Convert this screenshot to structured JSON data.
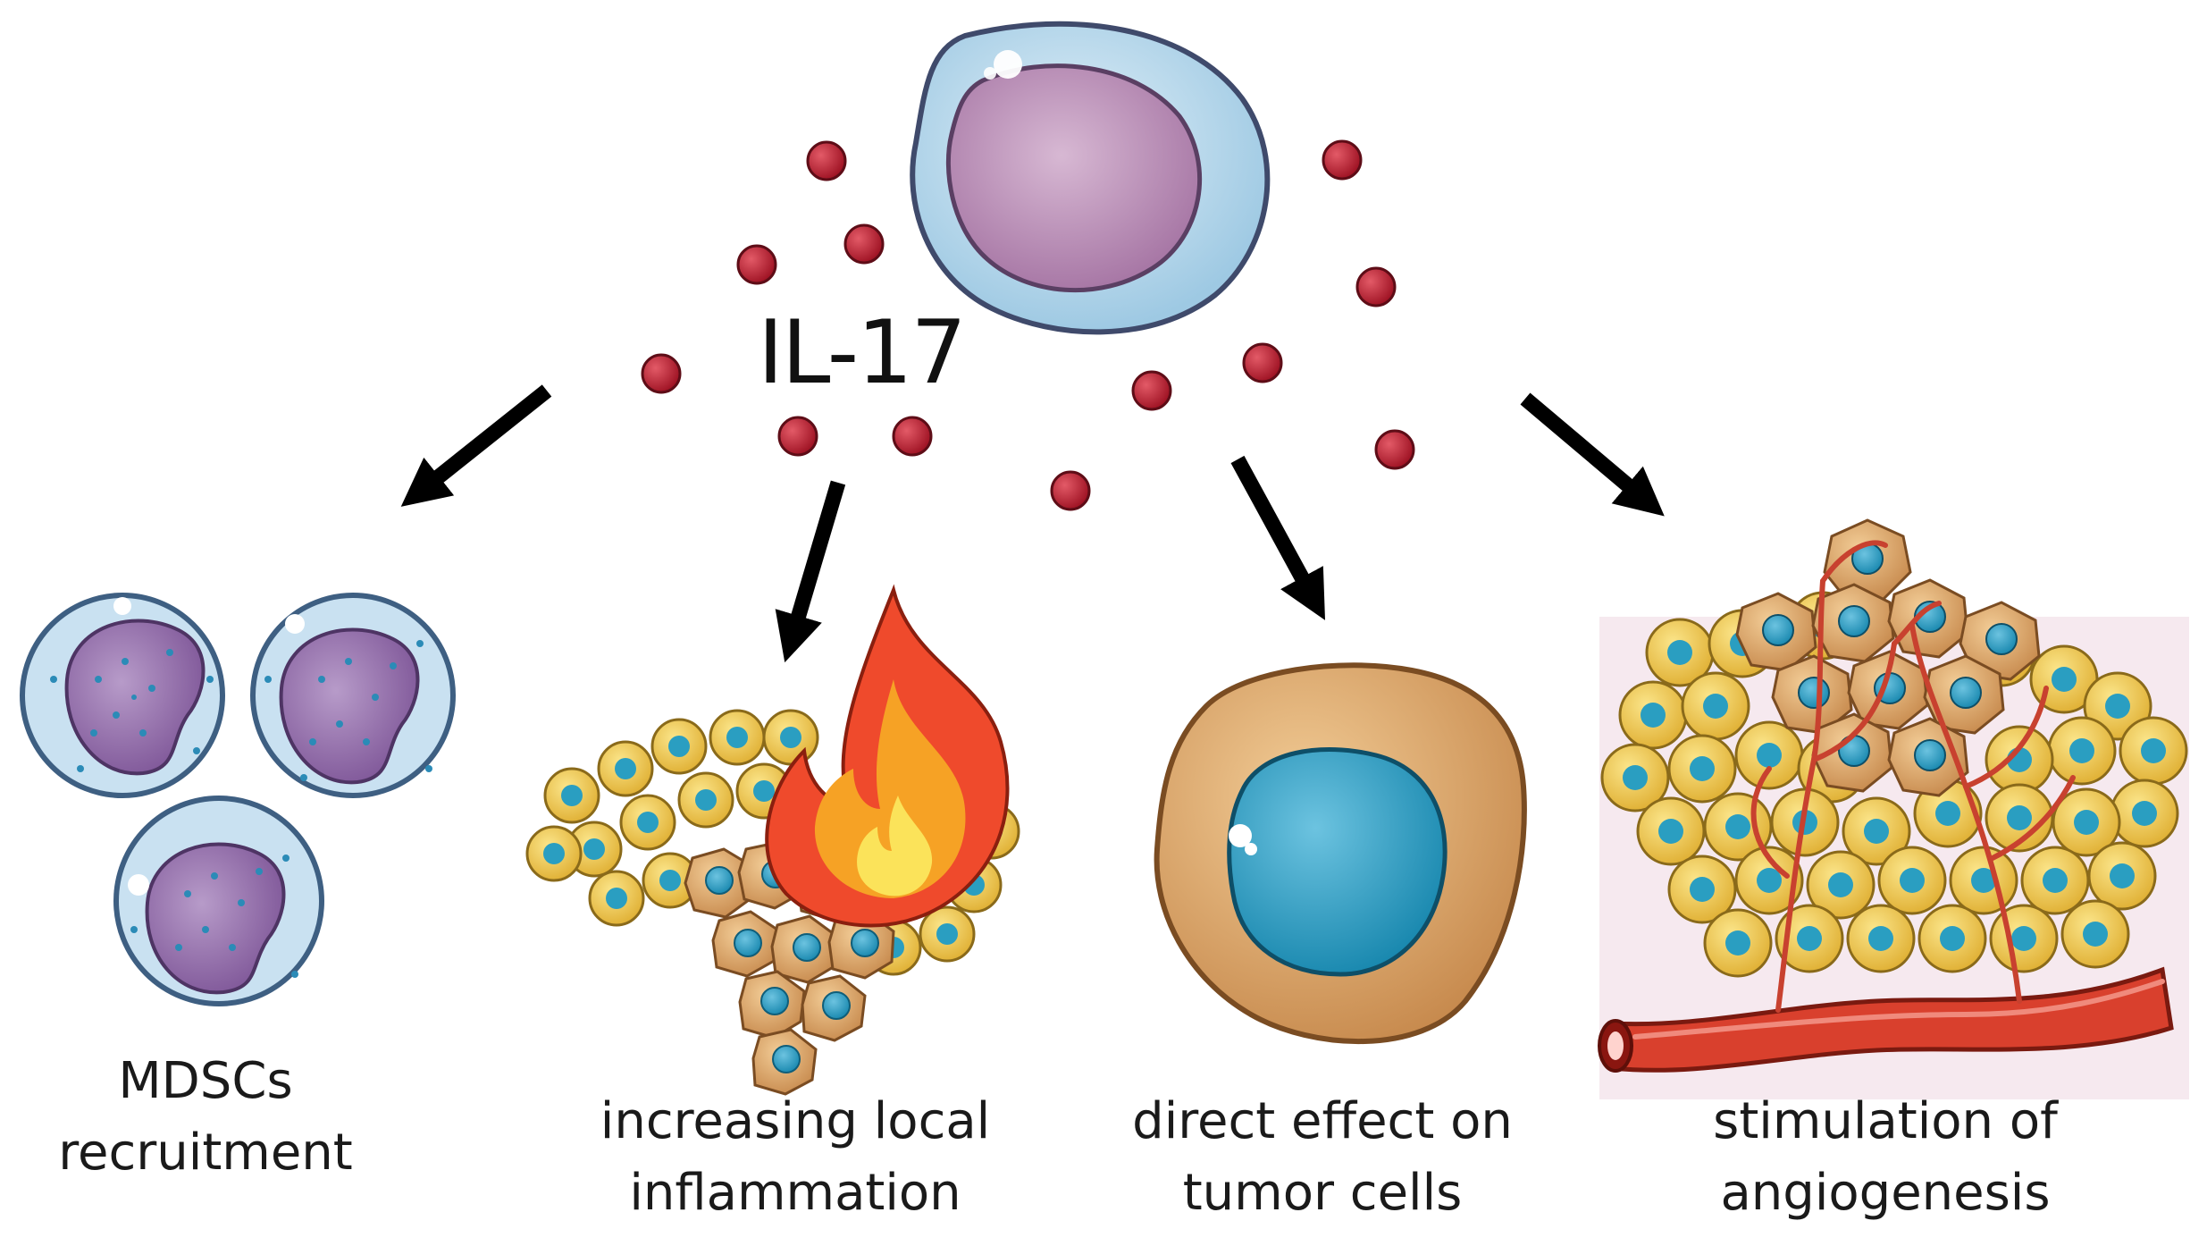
{
  "center": {
    "label": "IL-17"
  },
  "effects": [
    {
      "line1": "MDSCs",
      "line2": "recruitment"
    },
    {
      "line1": "increasing local",
      "line2": "inflammation"
    },
    {
      "line1": "direct effect on",
      "line2": "tumor cells"
    },
    {
      "line1": "stimulation of",
      "line2": "angiogenesis"
    }
  ],
  "colors": {
    "il17_dots": "#b5172a",
    "arrows": "#000000",
    "th17_cytoplasm": "#bfdcee",
    "th17_nucleus": "#b98fb6",
    "mdsc_cytoplasm": "#c6def0",
    "mdsc_nucleus": "#8e6aa8",
    "tissue_cell": "#f2c949",
    "cell_nucleus": "#2a9ec1",
    "tumor_cell": "#d9a065",
    "vessel": "#d9402d",
    "flame_outer": "#ef4a2c",
    "flame_inner": "#fbe35a"
  }
}
